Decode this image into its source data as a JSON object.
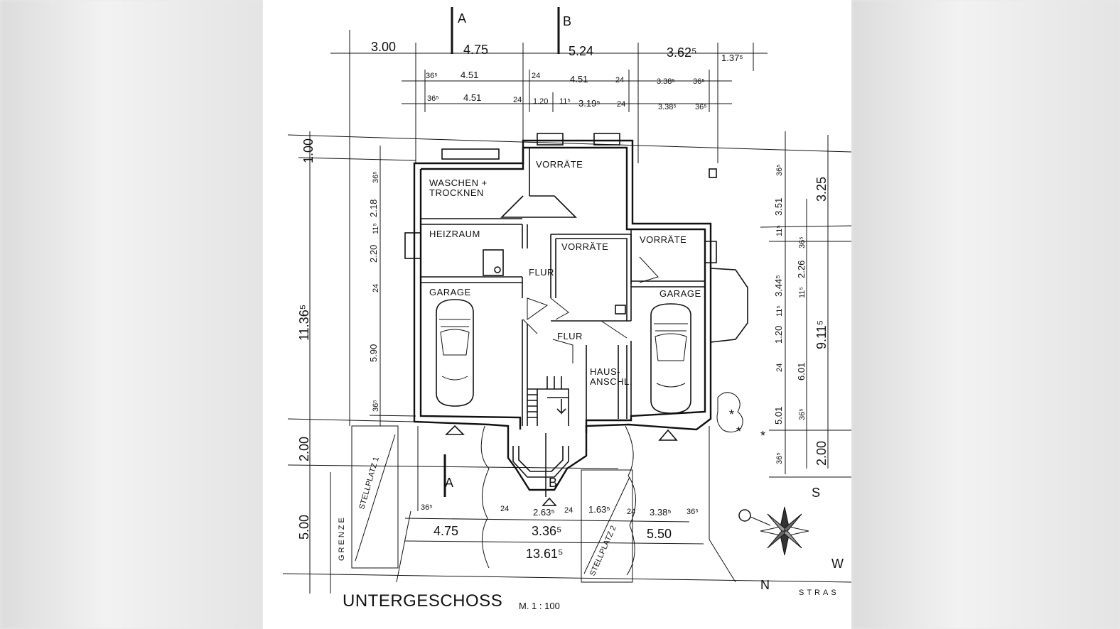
{
  "title": "UNTERGESCHOSS",
  "scale": "M. 1 : 100",
  "sections": {
    "a_top": "A",
    "b_top": "B",
    "a_bottom": "A",
    "b_bottom": "B"
  },
  "rooms": {
    "waschen_1": "WASCHEN +",
    "waschen_2": "TROCKNEN",
    "vorraete_top": "VORRÄTE",
    "heizraum": "HEIZRAUM",
    "flur_1": "FLUR",
    "vorraete_mid": "VORRÄTE",
    "vorraete_right": "VORRÄTE",
    "garage_left": "GARAGE",
    "garage_right": "GARAGE",
    "flur_2": "FLUR",
    "hausanschl_1": "HAUS-",
    "hausanschl_2": "ANSCHL.",
    "stellplatz_1": "STELLPLATZ 1",
    "stellplatz_2": "STELLPLATZ 2",
    "grenze": "GRENZE",
    "strasse": "STRAS"
  },
  "compass": {
    "s": "S",
    "w": "W",
    "n": "N"
  },
  "dims_top_row1": [
    "3.00",
    "4.75",
    "5.24",
    "3.62⁵",
    "1.37⁵"
  ],
  "dims_top_row2": [
    "36⁵",
    "4.51",
    "24",
    "4.51",
    "24",
    "3.38⁵",
    "36⁵"
  ],
  "dims_top_row3": [
    "36⁵",
    "4.51",
    "24",
    "1.20",
    "11⁵",
    "3.19⁵",
    "24",
    "3.38⁵",
    "36⁵"
  ],
  "dims_left_outer": [
    "1.00",
    "11.36⁵",
    "2.00",
    "5.00"
  ],
  "dims_left_inner": [
    "36⁵",
    "2.18",
    "11⁵",
    "2.20",
    "24",
    "5.90",
    "36⁵"
  ],
  "dims_right_inner": [
    "36⁵",
    "3.51",
    "11⁵",
    "3.44⁵",
    "11⁵",
    "1.20",
    "24",
    "5.01",
    "36⁵"
  ],
  "dims_right_mid": [
    "36⁵",
    "2.26",
    "11⁵",
    "6.01",
    "36⁵"
  ],
  "dims_right_outer": [
    "3.25",
    "9.11⁵",
    "2.00"
  ],
  "dims_bottom_row1": [
    "36⁵",
    "24",
    "2.63⁵",
    "24",
    "1.63⁵",
    "24",
    "3.38⁵",
    "36⁵"
  ],
  "dims_bottom_row2": [
    "4.75",
    "3.36⁵",
    "5.50"
  ],
  "dims_bottom_row3": [
    "13.61⁵"
  ]
}
